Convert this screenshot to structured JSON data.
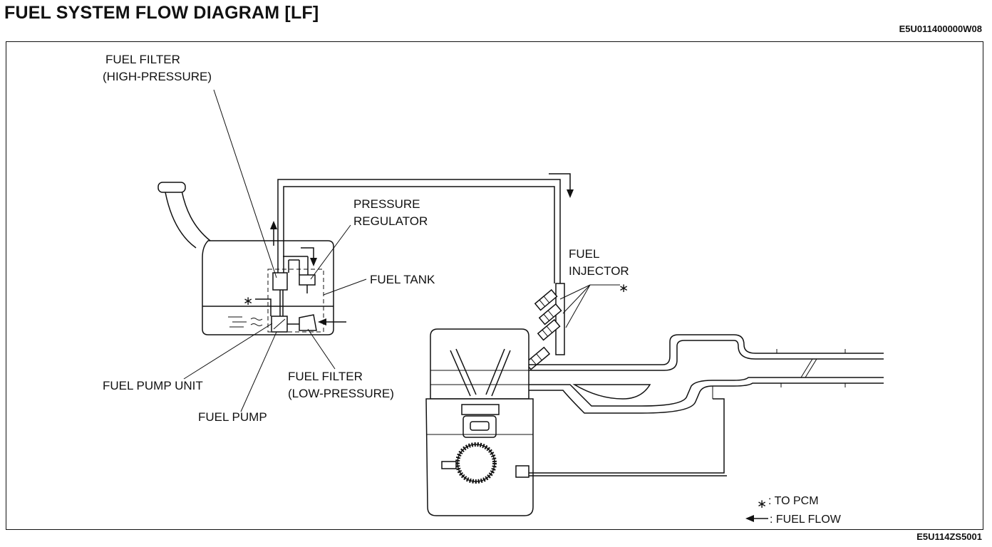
{
  "header": {
    "title": "FUEL SYSTEM FLOW DIAGRAM [LF]",
    "doc_code": "E5U011400000W08"
  },
  "labels": {
    "fuel_filter_high_1": "FUEL FILTER",
    "fuel_filter_high_2": "(HIGH-PRESSURE)",
    "pressure_regulator_1": "PRESSURE",
    "pressure_regulator_2": "REGULATOR",
    "fuel_tank": "FUEL TANK",
    "fuel_injector_1": "FUEL",
    "fuel_injector_2": "INJECTOR",
    "fuel_pump_unit": "FUEL PUMP UNIT",
    "fuel_filter_low_1": "FUEL FILTER",
    "fuel_filter_low_2": "(LOW-PRESSURE)",
    "fuel_pump": "FUEL PUMP"
  },
  "legend": {
    "to_pcm": ": TO PCM",
    "fuel_flow": ": FUEL FLOW"
  },
  "footer": {
    "figure_code": "E5U114ZS5001"
  }
}
